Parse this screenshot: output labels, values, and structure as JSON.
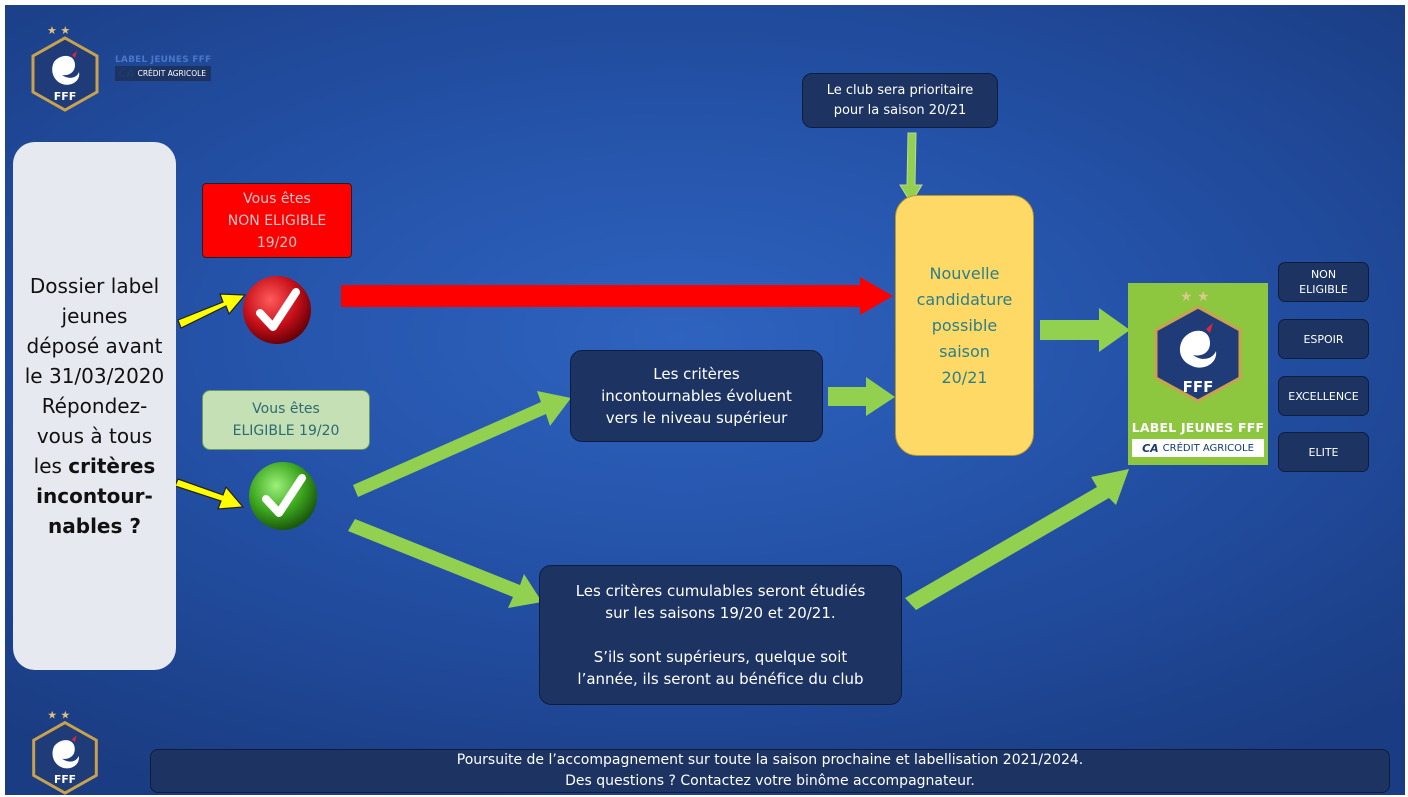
{
  "header_logo": {
    "brand": "FFF",
    "label_line1": "LABEL JEUNES FFF",
    "label_line2": "CRÉDIT AGRICOLE",
    "ca_mark": "CA"
  },
  "dossier": {
    "text_plain": "Dossier label jeunes déposé avant le 31/03/2020 Répondez-vous à tous les",
    "text_bold": "critères incontour-nables ?"
  },
  "non_eligible_box": {
    "text": "Vous êtes\nNON ELIGIBLE\n19/20"
  },
  "eligible_box": {
    "text": "Vous êtes\nELIGIBLE 19/20"
  },
  "club_priority_box": {
    "text": "Le club sera prioritaire\npour la saison 20/21"
  },
  "new_application_box": {
    "text": "Nouvelle\ncandidature\npossible\nsaison\n20/21"
  },
  "criteria_evolve_box": {
    "text": "Les critères\nincontournables évoluent\nvers le niveau supérieur"
  },
  "cumulative_box": {
    "text": "Les critères cumulables seront étudiés\nsur les saisons 19/20 et 20/21.\n\nS’ils sont supérieurs, quelque soit\nl’année, ils seront au bénéfice du club"
  },
  "label_card": {
    "brand": "FFF",
    "title": "LABEL JEUNES FFF",
    "sponsor": "CRÉDIT AGRICOLE",
    "ca_mark": "CA"
  },
  "levels": [
    "NON\nELIGIBLE",
    "ESPOIR",
    "EXCELLENCE",
    "ELITE"
  ],
  "footer": {
    "text": "Poursuite de l’accompagnement sur toute la saison prochaine et labellisation 2021/2024.\nDes questions ? Contactez votre binôme accompagnateur."
  },
  "colors": {
    "red_arrow": "#ff0000",
    "green_arrow": "#92d050",
    "yellow_arrow": "#ffff00",
    "navy": "#1d3463"
  }
}
